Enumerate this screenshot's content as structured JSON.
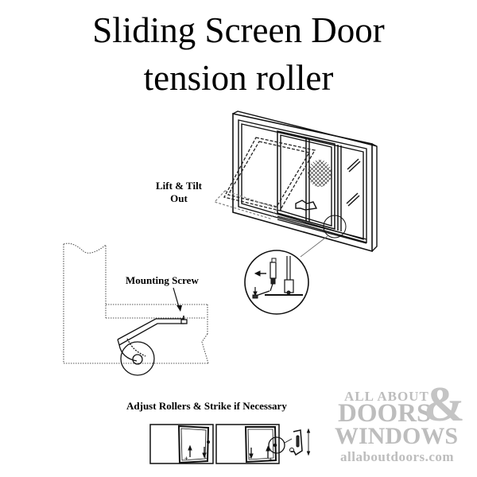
{
  "title": {
    "line1": "Sliding Screen Door",
    "line2": "tension roller"
  },
  "labels": {
    "lift_tilt_line1": "Lift & Tilt",
    "lift_tilt_line2": "Out",
    "mounting_screw": "Mounting Screw",
    "adjust": "Adjust Rollers & Strike if Necessary"
  },
  "watermark": {
    "line1": "ALL ABOUT",
    "line2": "DOORS",
    "ampersand": "&",
    "line3": "WINDOWS",
    "url": "allaboutdoors.com",
    "color": "#bdbdbd"
  },
  "adjust_marks": {
    "plus": "+",
    "minus": "-"
  }
}
